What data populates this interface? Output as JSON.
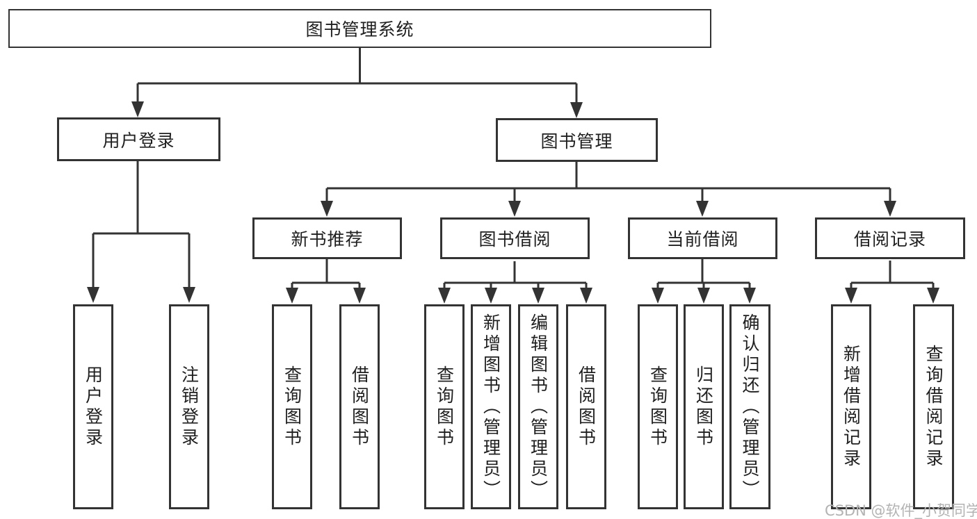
{
  "diagram": {
    "title": "图书管理系统",
    "groups": [
      {
        "label": "用户登录",
        "leaves": [
          {
            "label": "用户登录"
          },
          {
            "label": "注销登录"
          }
        ]
      },
      {
        "label": "图书管理",
        "sections": [
          {
            "label": "新书推荐",
            "leaves": [
              {
                "label": "查询图书"
              },
              {
                "label": "借阅图书"
              }
            ]
          },
          {
            "label": "图书借阅",
            "leaves": [
              {
                "label": "查询图书"
              },
              {
                "label": "新增图书（管理员）"
              },
              {
                "label": "编辑图书（管理员）"
              },
              {
                "label": "借阅图书"
              }
            ]
          },
          {
            "label": "当前借阅",
            "leaves": [
              {
                "label": "查询图书"
              },
              {
                "label": "归还图书"
              },
              {
                "label": "确认归还（管理员）"
              }
            ]
          },
          {
            "label": "借阅记录",
            "leaves": [
              {
                "label": "新增借阅记录"
              },
              {
                "label": "查询借阅记录"
              }
            ]
          }
        ]
      }
    ]
  },
  "watermark": "CSDN @软件_小贺同学",
  "colors": {
    "line": "#333333",
    "text": "#1f1f1f",
    "watermark": "#b3b3b3",
    "background": "#ffffff"
  }
}
